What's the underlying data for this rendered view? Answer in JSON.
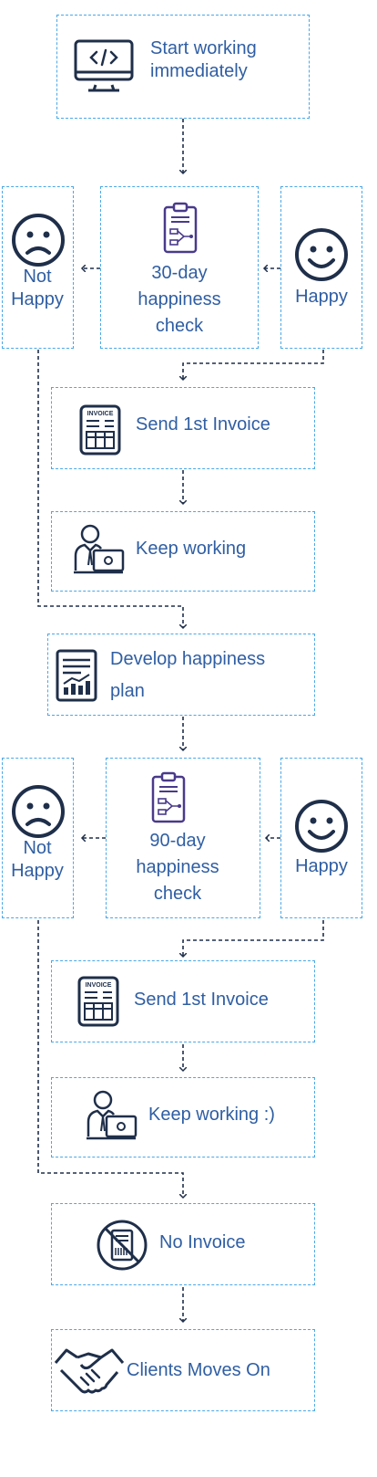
{
  "nodes": {
    "start": "Start working immediately",
    "check1": "30-day happiness check",
    "not_happy_1": "Not Happy",
    "happy_1": "Happy",
    "invoice_1": "Send 1st Invoice",
    "keep_working_1": "Keep working",
    "develop_plan": "Develop happiness plan",
    "check2": "90-day happiness check",
    "not_happy_2": "Not Happy",
    "happy_2": "Happy",
    "invoice_2": "Send 1st Invoice",
    "keep_working_2": "Keep working :)",
    "no_invoice": "No Invoice",
    "clients_move_on": "Clients Moves On"
  },
  "icons": {
    "start": "computer-code-icon",
    "check": "clipboard-flowchart-icon",
    "not_happy": "sad-face-icon",
    "happy": "smiley-face-icon",
    "invoice": "invoice-document-icon",
    "invoice_badge": "INVOICE",
    "keep_working": "person-laptop-icon",
    "develop_plan": "chart-report-icon",
    "no_invoice": "no-invoice-icon",
    "clients_move_on": "handshake-icon"
  },
  "colors": {
    "box_border": "#4aa8e8",
    "text": "#2f5ea3",
    "icon": "#1f2f4a",
    "check_icon": "#4a3a8a",
    "connector": "#1f2f4a"
  }
}
